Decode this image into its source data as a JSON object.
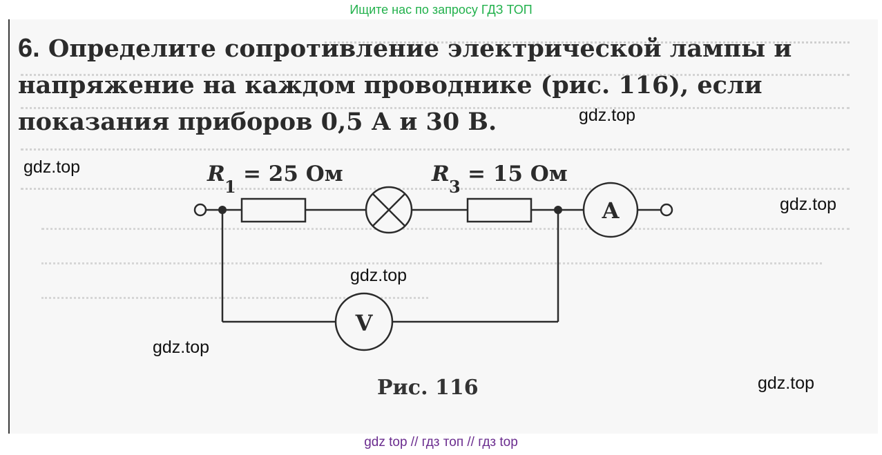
{
  "banner_top": "Ищите нас по запросу ГДЗ ТОП",
  "problem": {
    "number": "6.",
    "line1": "Определите сопротивление электрической лампы и",
    "line2": "напряжение на каждом проводнике (рис. 116), если",
    "line3": "показания приборов 0,5 А и 30 В."
  },
  "circuit": {
    "r1_symbol": "R",
    "r1_subscript": "1",
    "r1_value": "= 25 Ом",
    "r3_symbol": "R",
    "r3_subscript": "3",
    "r3_value": "= 15 Ом",
    "ammeter_letter": "A",
    "voltmeter_letter": "V"
  },
  "figure_caption": "Рис. 116",
  "watermarks": [
    "gdz.top",
    "gdz.top",
    "gdz.top",
    "gdz.top",
    "gdz.top",
    "gdz.top"
  ],
  "banner_bottom": "gdz top  //  гдз топ  //  гдз top"
}
